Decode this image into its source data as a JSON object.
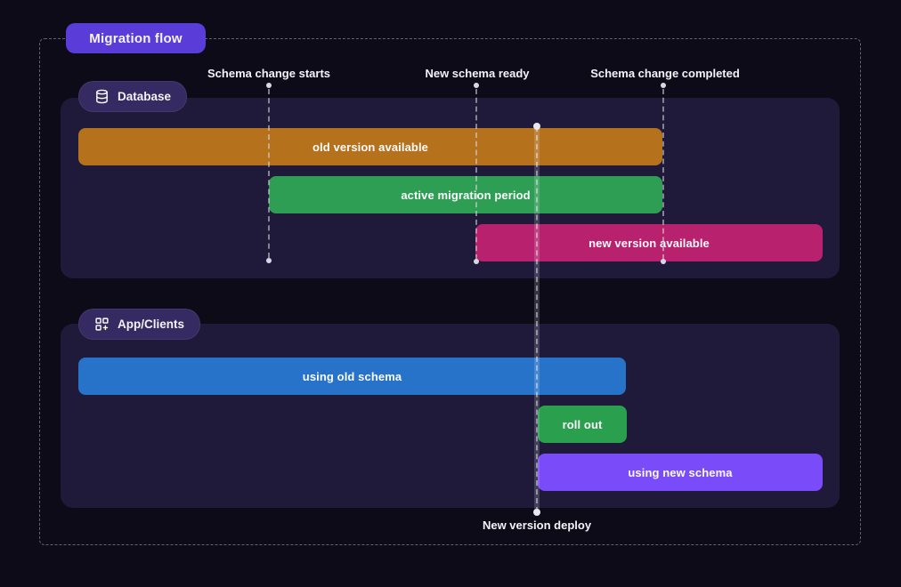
{
  "badge": {
    "label": "Migration flow",
    "color": "#5a3dd8"
  },
  "milestones": [
    {
      "label": "Schema change starts"
    },
    {
      "label": "New schema ready"
    },
    {
      "label": "Schema change completed"
    }
  ],
  "deploy": {
    "label": "New version deploy"
  },
  "sections": [
    {
      "name": "Database",
      "icon": "database-icon",
      "bars": [
        {
          "label": "old version available",
          "color": "#b5711c"
        },
        {
          "label": "active migration period",
          "color": "#2f9e55"
        },
        {
          "label": "new version available",
          "color": "#b7216e"
        }
      ]
    },
    {
      "name": "App/Clients",
      "icon": "grid-plus-icon",
      "bars": [
        {
          "label": "using old schema",
          "color": "#2673c9"
        },
        {
          "label": "roll out",
          "color": "#2aa04e"
        },
        {
          "label": "using new schema",
          "color": "#7a4bf8"
        }
      ]
    }
  ],
  "ui_colors": {
    "background": "#0d0b18",
    "panel": "#1f1a3a",
    "pill": "#352a61",
    "guide_line": "rgba(218,218,228,0.55)",
    "text": "#f4f3f7"
  }
}
